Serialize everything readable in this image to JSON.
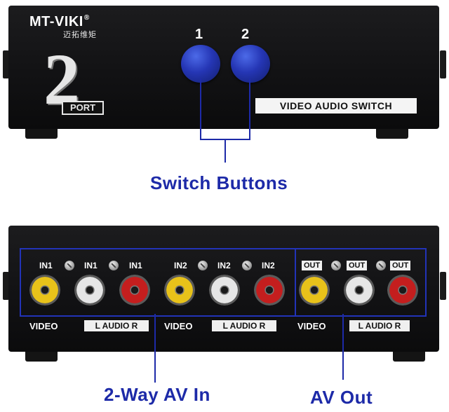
{
  "front": {
    "brand": "MT-VIKI",
    "brand_mark": "®",
    "brand_cn": "迈拓维矩",
    "port_count": "2",
    "port_word": "PORT",
    "button_1_label": "1",
    "button_2_label": "2",
    "panel_label": "VIDEO AUDIO SWITCH"
  },
  "colors": {
    "button": "#2536b5",
    "callout": "#1d2aa8",
    "rca_yellow": "#e8c21a",
    "rca_white": "#e6e6e6",
    "rca_red": "#c41e1e"
  },
  "rear": {
    "inputs": {
      "in1_video": "IN1",
      "in1_left": "IN1",
      "in1_right": "IN1",
      "in2_video": "IN2",
      "in2_left": "IN2",
      "in2_right": "IN2"
    },
    "outputs": {
      "video": "OUT",
      "left": "OUT",
      "right": "OUT"
    },
    "bottom_labels": {
      "video_1": "VIDEO",
      "audio_1": "L  AUDIO  R",
      "video_2": "VIDEO",
      "audio_2": "L  AUDIO  R",
      "video_out": "VIDEO",
      "audio_out": "L  AUDIO  R"
    }
  },
  "callouts": {
    "switch_buttons": "Switch Buttons",
    "av_in": "2-Way AV In",
    "av_out": "AV Out"
  }
}
